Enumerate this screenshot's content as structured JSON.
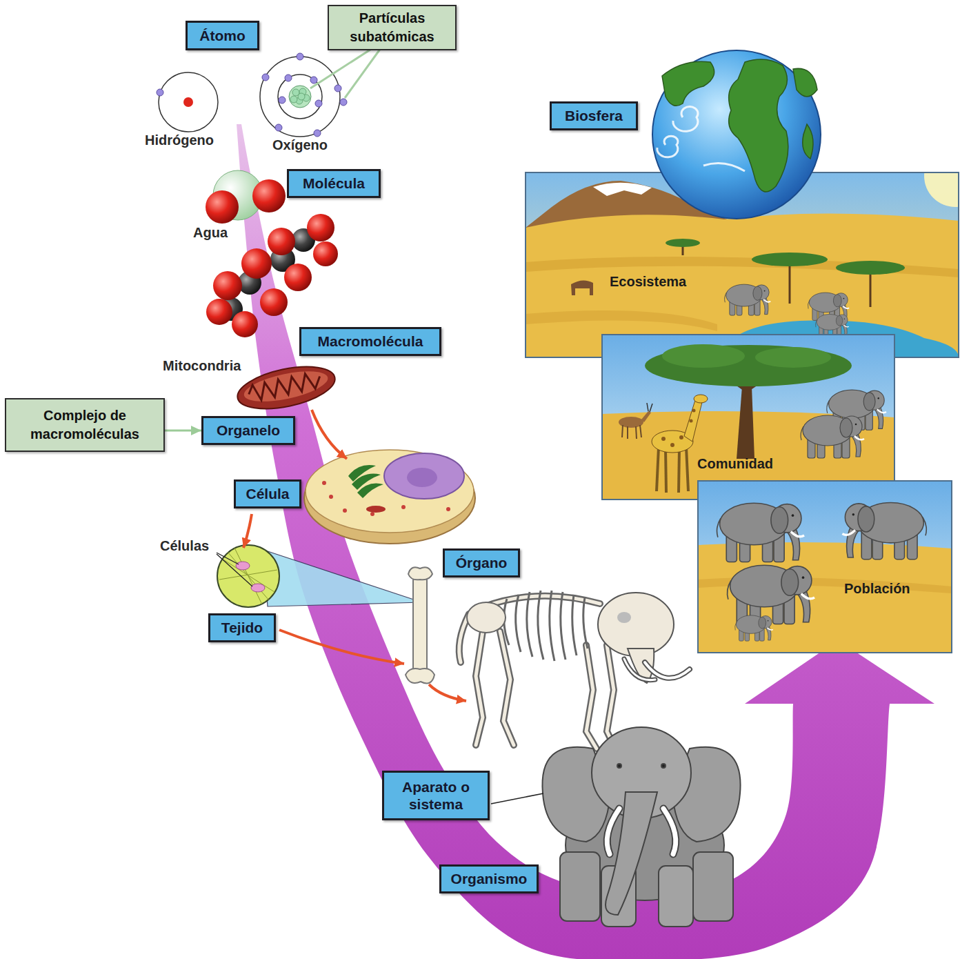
{
  "diagram": {
    "nodes": [
      {
        "text": [
          "Átomo"
        ]
      },
      {
        "text": [
          "Partículas subatómicas"
        ]
      },
      {
        "text": [
          "Biosfera"
        ]
      },
      {
        "text": [
          "Molécula"
        ]
      },
      {
        "text": [
          "Ecosistema"
        ]
      },
      {
        "text": [
          "Macromolécula"
        ]
      },
      {
        "text": [
          "Comunidad"
        ]
      },
      {
        "text": [
          "Complejo de macromoléculas"
        ]
      },
      {
        "text": [
          "Organelo"
        ]
      },
      {
        "text": [
          "Célula"
        ]
      },
      {
        "text": [
          "Población"
        ]
      },
      {
        "text": [
          "Órgano"
        ]
      },
      {
        "text": [
          "Tejido"
        ]
      },
      {
        "text": [
          "Aparato o sistema"
        ]
      },
      {
        "text": [
          "Organismo"
        ]
      }
    ],
    "edges": [
      {
        "from": 7,
        "to": 8,
        "arrow": "to"
      }
    ],
    "labels": [
      "Hidrógeno",
      "Oxígeno",
      "Agua",
      "Mitocondria",
      "Células"
    ]
  }
}
